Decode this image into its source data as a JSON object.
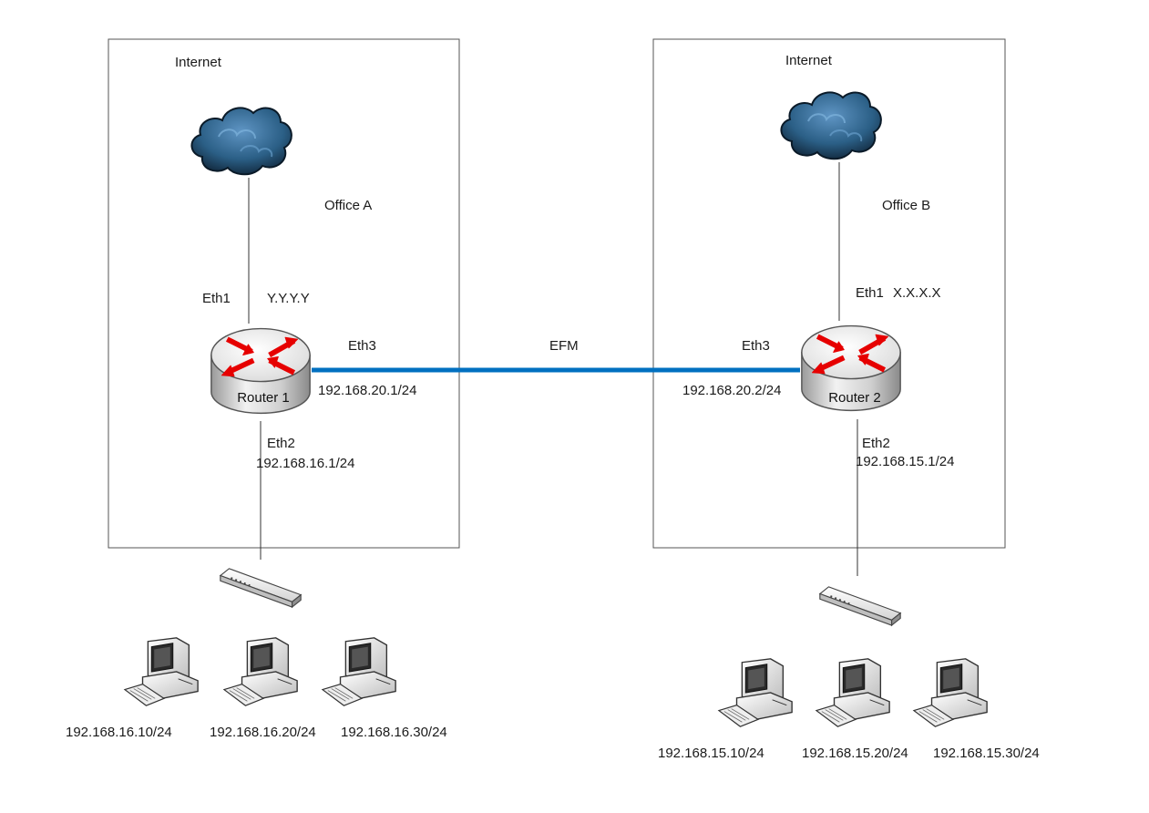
{
  "colors": {
    "link_efm": "#0070c0",
    "wire": "#333333",
    "office_border": "#555555",
    "router_arrow": "#e60000",
    "cloud": "#2b5f86"
  },
  "office_a": {
    "name": "Office A",
    "internet_label": "Internet",
    "router_label": "Router 1",
    "eth1_label": "Eth1",
    "eth1_ip": "Y.Y.Y.Y",
    "eth3_label": "Eth3",
    "eth3_ip": "192.168.20.1/24",
    "eth2_label": "Eth2",
    "eth2_ip": "192.168.16.1/24",
    "hosts": [
      "192.168.16.10/24",
      "192.168.16.20/24",
      "192.168.16.30/24"
    ]
  },
  "office_b": {
    "name": "Office B",
    "internet_label": "Internet",
    "router_label": "Router 2",
    "eth1_label": "Eth1",
    "eth1_ip": "X.X.X.X",
    "eth3_label": "Eth3",
    "eth3_ip": "192.168.20.2/24",
    "eth2_label": "Eth2",
    "eth2_ip": "192.168.15.1/24",
    "hosts": [
      "192.168.15.10/24",
      "192.168.15.20/24",
      "192.168.15.30/24"
    ]
  },
  "link": {
    "label": "EFM"
  },
  "icons": {
    "cloud": "cloud-icon",
    "router": "router-icon",
    "switch": "switch-icon",
    "workstation": "workstation-icon"
  }
}
